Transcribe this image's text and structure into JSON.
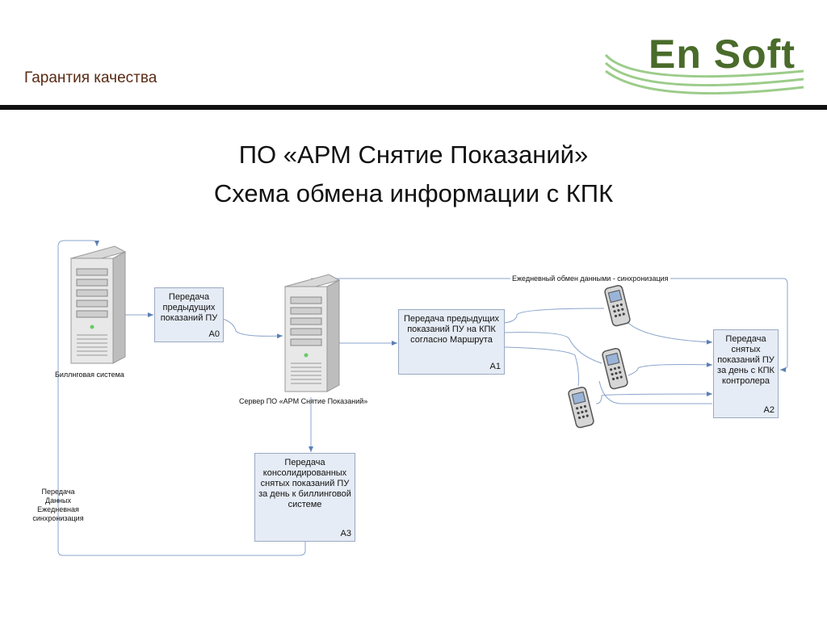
{
  "header": {
    "section_label": "Гарантия качества"
  },
  "logo": {
    "text": "En Soft"
  },
  "title": {
    "line1": "ПО «АРМ Снятие Показаний»",
    "line2": "Схема обмена информации с КПК"
  },
  "diagram": {
    "nodes": {
      "billing_label": "Биллнговая система",
      "server_label": "Сервер ПО «АРМ Снятие Показаний»"
    },
    "boxes": {
      "a0": {
        "text": "Передача предыдущих показаний ПУ",
        "id": "А0"
      },
      "a1": {
        "text": "Передача предыдущих показаний ПУ на КПК согласно Маршрута",
        "id": "А1"
      },
      "a2": {
        "text": "Передача снятых показаний ПУ за день с КПК контролера",
        "id": "А2"
      },
      "a3": {
        "text": "Передача консолидированных снятых показаний ПУ за день к биллинговой системе",
        "id": "А3"
      }
    },
    "labels": {
      "sync_daily": "Ежедневный обмен данными - синхронизация",
      "left_loop": "Передача Данных Ежедневная синхронизация"
    }
  },
  "colors": {
    "line": "#8aa4cc",
    "box_fill": "#e6ecf5",
    "logo_green": "#4a6b2a",
    "header_text": "#5a2a14"
  }
}
